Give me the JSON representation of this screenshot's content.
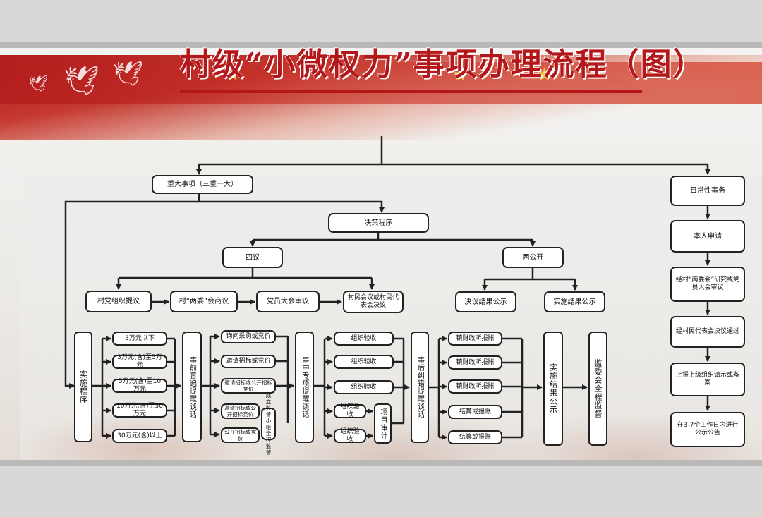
{
  "title": "村级“小微权力”事项办理流程（图）",
  "decor": {
    "star_icon": "star-icon",
    "dove_icon": "dove-icon",
    "accent_color": "#b3171a",
    "star_color": "#f3c93d"
  },
  "major": {
    "root": "重大事项（三重一大）",
    "decision": "决策程序",
    "four_discussions": "四议",
    "two_publics": "两公开",
    "steps": [
      "村党组织提议",
      "村“两委”会商议",
      "党员大会审议",
      "村民会议或村民代表会决议"
    ],
    "publics": [
      "决议结果公示",
      "实施结果公示"
    ],
    "implementation": "实施程序",
    "amounts": [
      "3万元以下",
      "3万元(含)至5万元",
      "5万元(含)至10万元",
      "10万元(含)至30万元",
      "30万元(含)以上"
    ],
    "pre_talk": "事前普遍提醒谈话",
    "procurement": [
      "询问采购或竞价",
      "邀请招标或竞价",
      "邀请招标或公开招标竞价",
      "邀请招标或公开招标竞价",
      "公开招标或竞价"
    ],
    "supervision_group": "成立监督小组全程监督",
    "mid_talk": "事中专项提醒谈话",
    "acceptance": [
      "组织验收",
      "组织验收",
      "组织验收",
      "组织验收",
      "组织验收"
    ],
    "audit": "项目审计",
    "post_talk": "事后纠错提醒谈话",
    "reimburse": [
      "镇财政所报账",
      "镇财政所报账",
      "镇财政所报账",
      "结算或报账",
      "结算或报账"
    ],
    "result_publicity": "实施结果公示",
    "committee": "监委会全程监督"
  },
  "daily": {
    "root": "日常性事务",
    "steps": [
      "本人申请",
      "经村“两委会”研究或党员大会审议",
      "经村民代表会决议通过",
      "上报上级组织请示或备案",
      "在3-7个工作日内进行公示公告"
    ]
  }
}
